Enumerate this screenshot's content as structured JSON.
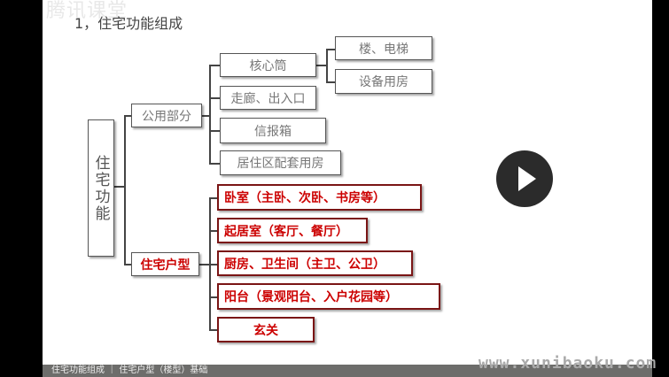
{
  "watermark_logo": "腾讯课堂",
  "title": "1，住宅功能组成",
  "diagram": {
    "root": "住宅功能",
    "public": {
      "label": "公用部分",
      "children": [
        "核心筒",
        "走廊、出入口",
        "信报箱",
        "居住区配套用房"
      ],
      "core_children": [
        "楼、电梯",
        "设备用房"
      ]
    },
    "unit": {
      "label": "住宅户型",
      "children": [
        "卧室（主卧、次卧、书房等）",
        "起居室（客厅、餐厅）",
        "厨房、卫生间（主卫、公卫）",
        "阳台（景观阳台、入户花园等）",
        "玄关"
      ]
    }
  },
  "bottom_bar": {
    "text": "住宅功能组成 ｜ 住宅户型（楼型）基础"
  },
  "site_watermark": "www.xunibaoku.com"
}
